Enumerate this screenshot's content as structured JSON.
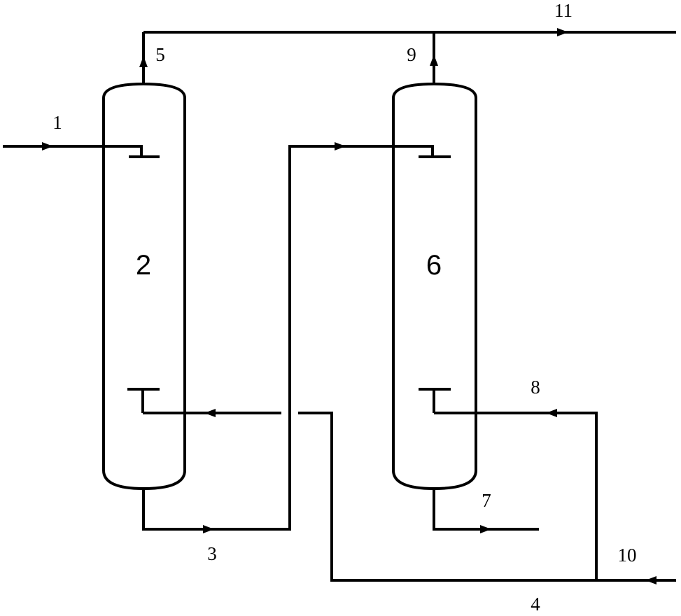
{
  "diagram": {
    "type": "process-flow-diagram",
    "colors": {
      "line": "#000000",
      "background": "#ffffff"
    },
    "vessels": [
      {
        "id": "column-2",
        "label": "2"
      },
      {
        "id": "column-6",
        "label": "6"
      }
    ],
    "streams": [
      {
        "id": "s1",
        "label": "1"
      },
      {
        "id": "s3",
        "label": "3"
      },
      {
        "id": "s4",
        "label": "4"
      },
      {
        "id": "s5",
        "label": "5"
      },
      {
        "id": "s7",
        "label": "7"
      },
      {
        "id": "s8",
        "label": "8"
      },
      {
        "id": "s9",
        "label": "9"
      },
      {
        "id": "s10",
        "label": "10"
      },
      {
        "id": "s11",
        "label": "11"
      }
    ]
  }
}
